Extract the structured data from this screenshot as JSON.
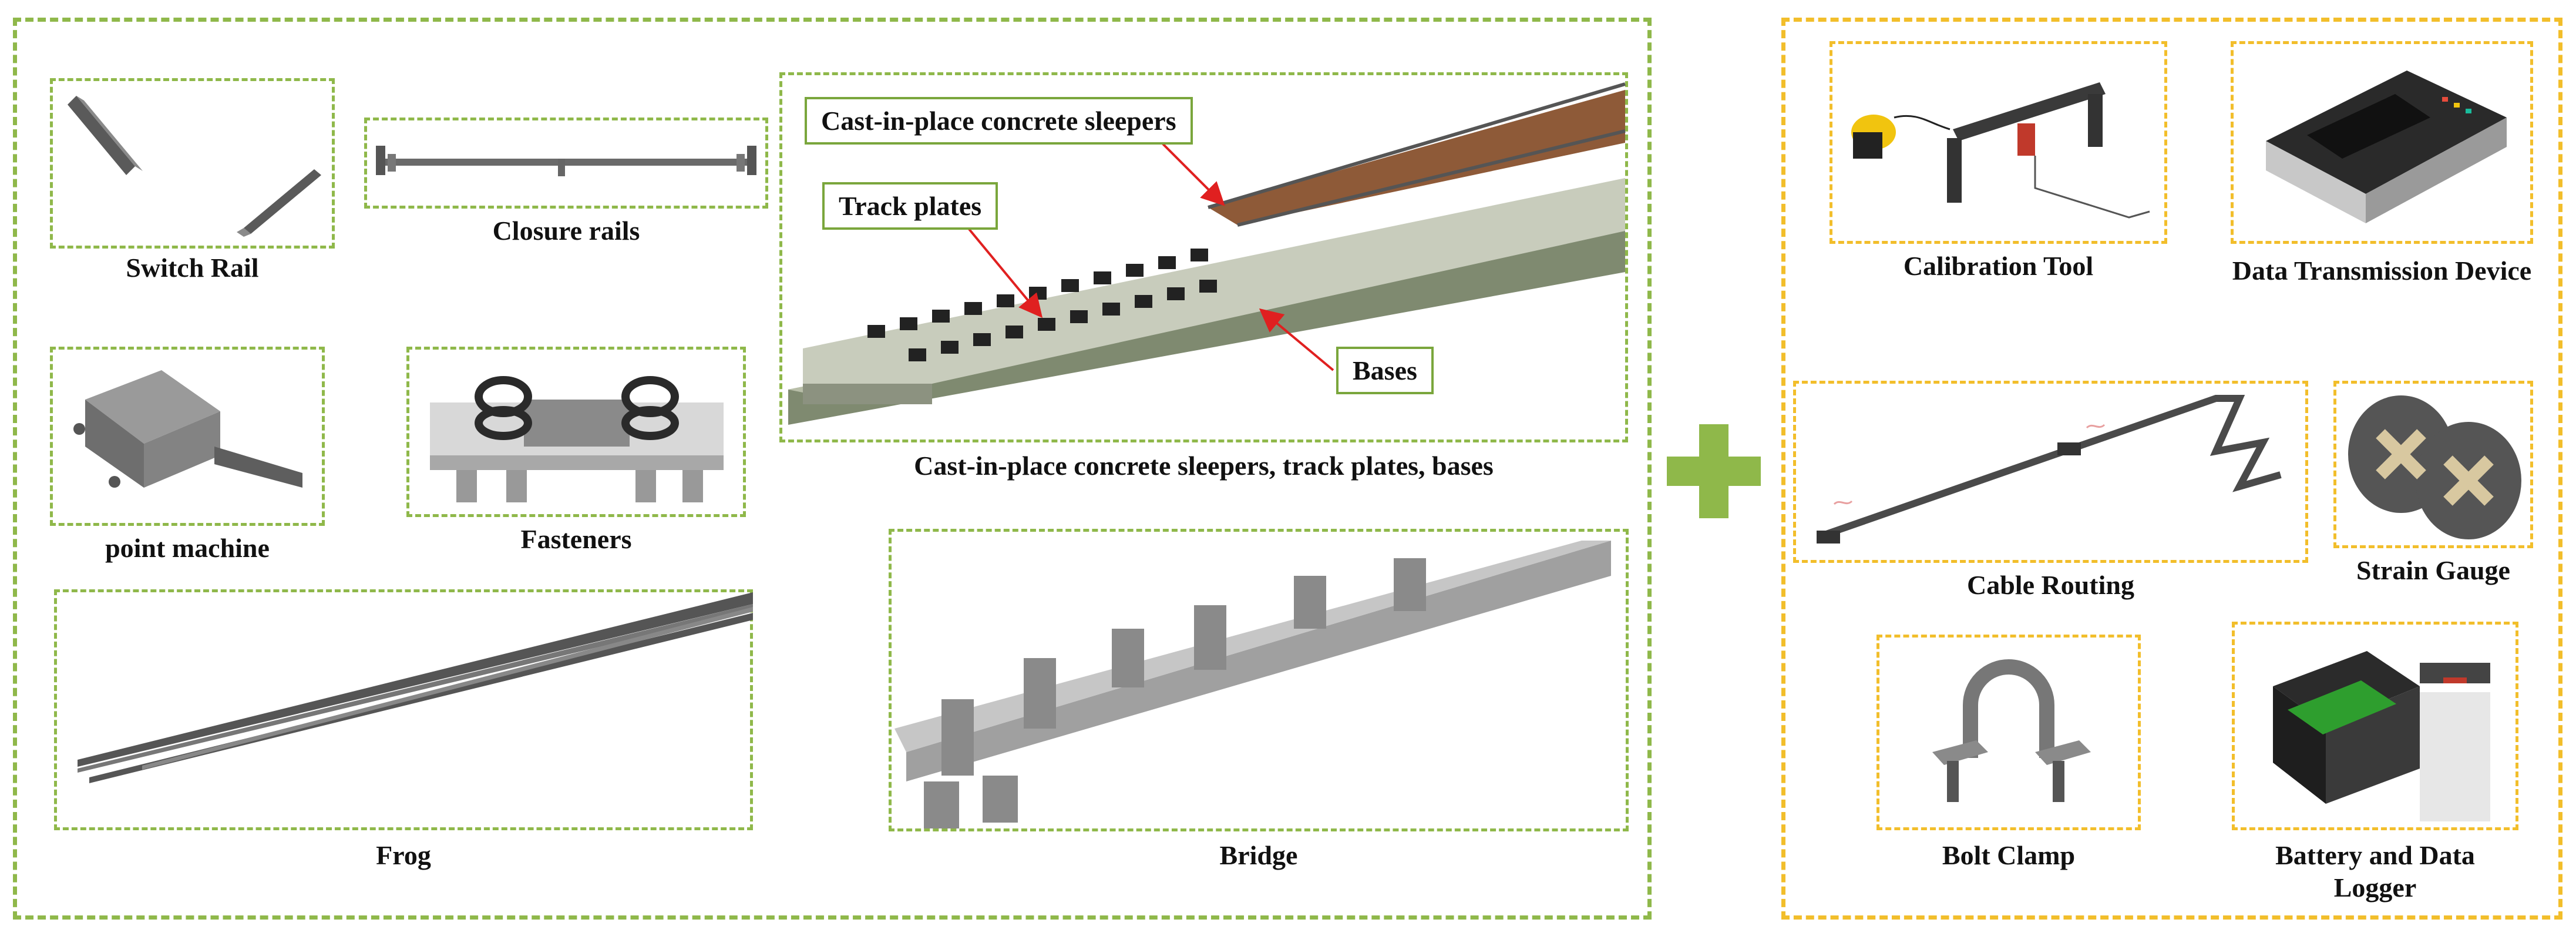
{
  "left_panel": {
    "switch_rail": "Switch Rail",
    "closure_rails": "Closure rails",
    "point_machine": "point machine",
    "fasteners": "Fasteners",
    "frog": "Frog",
    "bridge": "Bridge",
    "track_caption": "Cast-in-place concrete sleepers, track plates, bases",
    "callouts": {
      "sleepers": "Cast-in-place concrete sleepers",
      "track_plates": "Track plates",
      "bases": "Bases"
    }
  },
  "right_panel": {
    "calibration_tool": "Calibration Tool",
    "data_transmission": "Data Transmission Device",
    "cable_routing": "Cable Routing",
    "strain_gauge": "Strain Gauge",
    "bolt_clamp": "Bolt Clamp",
    "battery_logger": "Battery and Data Logger"
  },
  "colors": {
    "left_frame": "#8fb84a",
    "right_frame": "#f2be2b",
    "plus": "#8fb84a",
    "arrow": "#e02020"
  }
}
